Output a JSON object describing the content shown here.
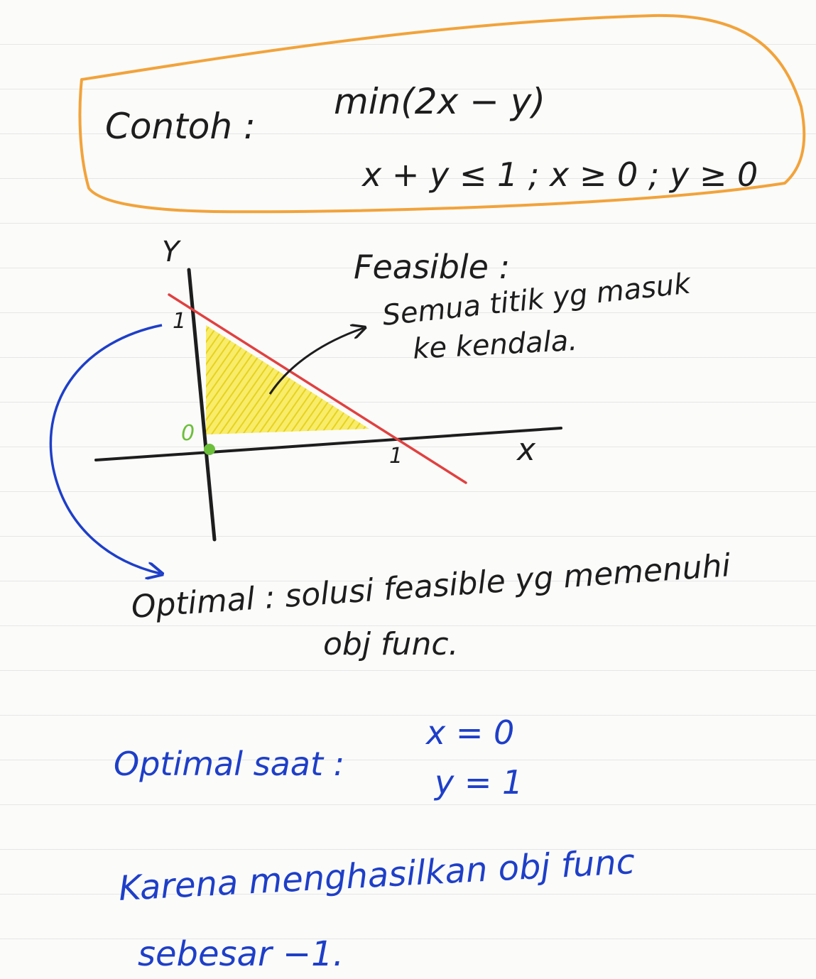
{
  "colors": {
    "ink": "#1d1d1d",
    "highlight_box": "#f2a33a",
    "constraint_line": "#e0413f",
    "feasible_fill": "#f6e43a",
    "optimal_note": "#1e3fc8",
    "origin_point": "#6cbf3a"
  },
  "example": {
    "label": "Contoh :",
    "objective": "min(2x − y)",
    "constraints": "x + y ≤ 1  ;  x ≥ 0  ;  y ≥ 0"
  },
  "graph": {
    "y_axis_label": "Y",
    "x_axis_label": "x",
    "y_tick_label": "1",
    "x_tick_label": "1",
    "origin_label": "0"
  },
  "feasible": {
    "title": "Feasible :",
    "line1": "Semua titik yg masuk",
    "line2": "ke kendala."
  },
  "optimal_def": {
    "line1": "Optimal : solusi feasible yg memenuhi",
    "line2": "obj func."
  },
  "optimal_at": {
    "label": "Optimal saat :",
    "x_value": "x = 0",
    "y_value": "y = 1"
  },
  "conclusion": {
    "line1": "Karena menghasilkan obj func",
    "line2": "sebesar  −1."
  }
}
